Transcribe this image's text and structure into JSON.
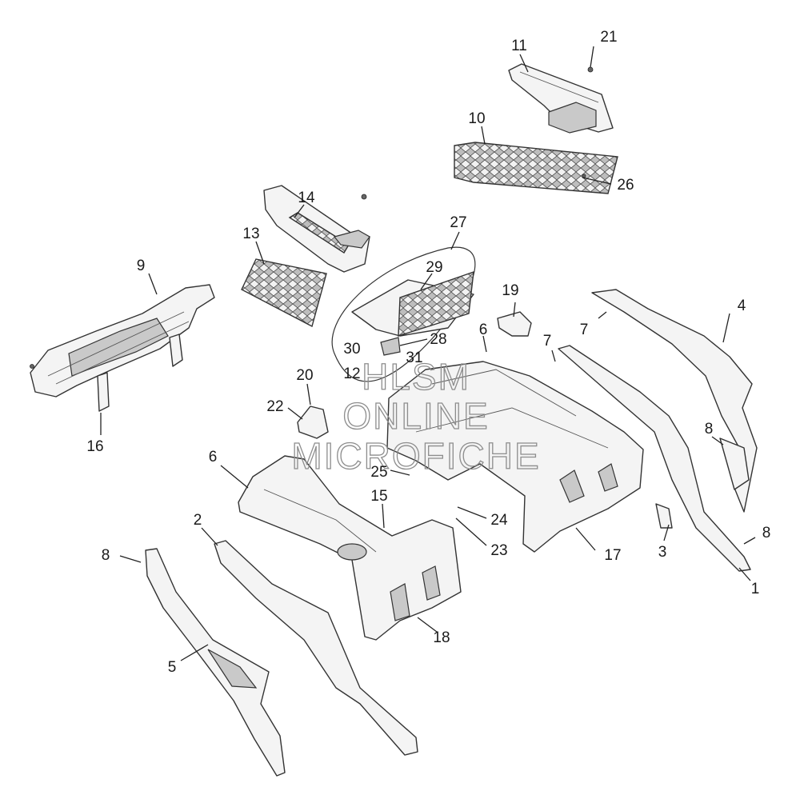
{
  "watermark": {
    "line1": "HLSM",
    "line2": "ONLINE",
    "line3": "MICROFICHE"
  },
  "callouts": [
    {
      "id": "c1",
      "text": "1"
    },
    {
      "id": "c2",
      "text": "2"
    },
    {
      "id": "c3",
      "text": "3"
    },
    {
      "id": "c4",
      "text": "4"
    },
    {
      "id": "c5",
      "text": "5"
    },
    {
      "id": "c6a",
      "text": "6"
    },
    {
      "id": "c6b",
      "text": "6"
    },
    {
      "id": "c7a",
      "text": "7"
    },
    {
      "id": "c7b",
      "text": "7"
    },
    {
      "id": "c8a",
      "text": "8"
    },
    {
      "id": "c8b",
      "text": "8"
    },
    {
      "id": "c8c",
      "text": "8"
    },
    {
      "id": "c9",
      "text": "9"
    },
    {
      "id": "c10",
      "text": "10"
    },
    {
      "id": "c11",
      "text": "11"
    },
    {
      "id": "c12",
      "text": "12"
    },
    {
      "id": "c13",
      "text": "13"
    },
    {
      "id": "c14",
      "text": "14"
    },
    {
      "id": "c15",
      "text": "15"
    },
    {
      "id": "c16",
      "text": "16"
    },
    {
      "id": "c17",
      "text": "17"
    },
    {
      "id": "c18",
      "text": "18"
    },
    {
      "id": "c19",
      "text": "19"
    },
    {
      "id": "c20",
      "text": "20"
    },
    {
      "id": "c21",
      "text": "21"
    },
    {
      "id": "c22",
      "text": "22"
    },
    {
      "id": "c23",
      "text": "23"
    },
    {
      "id": "c24",
      "text": "24"
    },
    {
      "id": "c25",
      "text": "25"
    },
    {
      "id": "c26",
      "text": "26"
    },
    {
      "id": "c27",
      "text": "27"
    },
    {
      "id": "c28",
      "text": "28"
    },
    {
      "id": "c29",
      "text": "29"
    },
    {
      "id": "c30",
      "text": "30"
    },
    {
      "id": "c31",
      "text": "31"
    }
  ]
}
